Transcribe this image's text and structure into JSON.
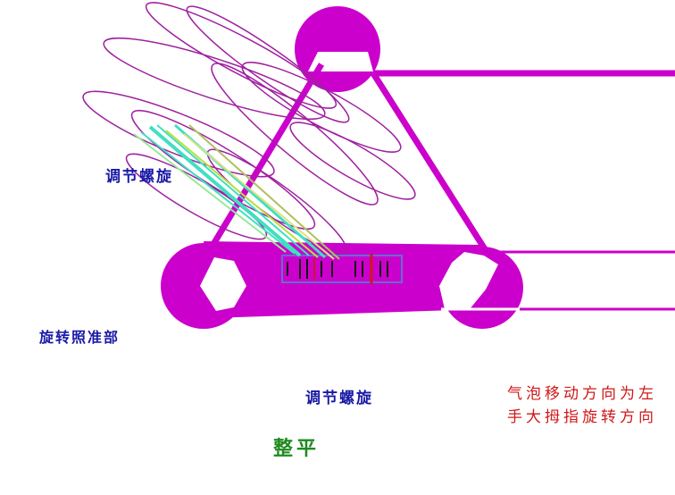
{
  "labels": {
    "adjust_screw_upper": "调节螺旋",
    "rotate_sight": "旋转照准部",
    "adjust_screw_lower": "调节螺旋",
    "bubble_rule": "气泡移动方向为左手大拇指旋转方向",
    "leveling": "整平"
  },
  "colors": {
    "magenta": "#cc00cc",
    "purple_line": "#a020a0",
    "blue_text": "#1a1aa6",
    "red_text": "#d01818",
    "green_text": "#1f8a1f",
    "level_tube": "#6070d0",
    "bubble_mark": "#d01818"
  },
  "icons": {
    "rotation_arrows": "thumb-rotation-curves",
    "bubble_level": "tube-level-icon"
  }
}
